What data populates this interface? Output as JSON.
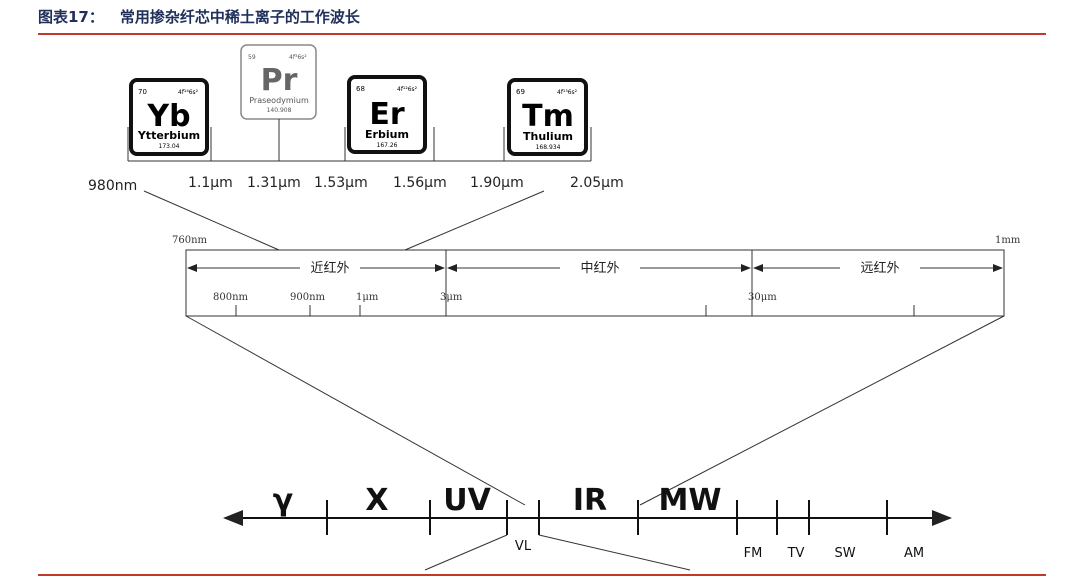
{
  "header": {
    "figure_number": "图表17：",
    "title": "常用掺杂纤芯中稀土离子的工作波长"
  },
  "elements": [
    {
      "symbol": "Yb",
      "number": "70",
      "config": "4f¹⁴6s²",
      "name": "Ytterbium",
      "mass": "173.04"
    },
    {
      "symbol": "Pr",
      "number": "59",
      "config": "4f³6s²",
      "name": "Praseodymium",
      "mass": "140.908"
    },
    {
      "symbol": "Er",
      "number": "68",
      "config": "4f¹²6s²",
      "name": "Erbium",
      "mass": "167.26"
    },
    {
      "symbol": "Tm",
      "number": "69",
      "config": "4f¹³6s²",
      "name": "Thulium",
      "mass": "168.934"
    }
  ],
  "wavelengths": [
    "980nm",
    "1.1μm",
    "1.31μm",
    "1.53μm",
    "1.56μm",
    "1.90μm",
    "2.05μm"
  ],
  "ir_scale": {
    "left_label": "760nm",
    "right_label": "1mm",
    "regions": [
      "近红外",
      "中红外",
      "远红外"
    ],
    "ticks": [
      "800nm",
      "900nm",
      "1μm",
      "3μm",
      "30μm"
    ]
  },
  "spectrum": {
    "bands": [
      "γ",
      "X",
      "UV",
      "IR",
      "MW"
    ],
    "lower_labels": [
      "VL",
      "FM",
      "TV",
      "SW",
      "AM"
    ]
  }
}
